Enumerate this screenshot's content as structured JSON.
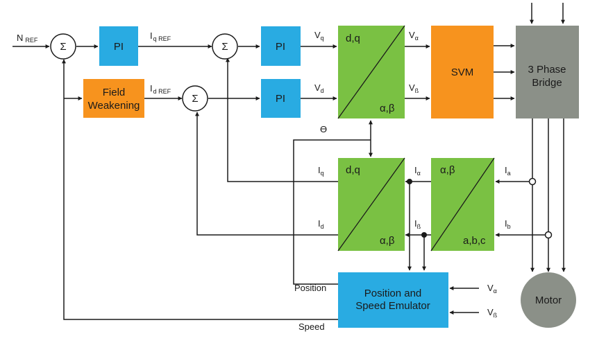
{
  "colors": {
    "pi": "#29abe2",
    "orange": "#f7931e",
    "green": "#7ac143",
    "grey": "#8b9088",
    "emulator": "#29abe2",
    "line": "#1a1a1a"
  },
  "blocks": {
    "pi1": "PI",
    "pi2": "PI",
    "pi3": "PI",
    "field_weakening": [
      "Field",
      "Weakening"
    ],
    "svm": "SVM",
    "bridge": [
      "3 Phase",
      "Bridge"
    ],
    "inv_park": {
      "top": "d,q",
      "bottom": "α,β"
    },
    "park": {
      "top": "d,q",
      "bottom": "α,β"
    },
    "clarke": {
      "top": "α,β",
      "bottom": "a,b,c"
    },
    "emulator": [
      "Position and",
      "Speed Emulator"
    ],
    "motor": "Motor"
  },
  "sum_symbol": "Σ",
  "signals": {
    "n_ref": {
      "main": "N",
      "sub": "REF"
    },
    "iq_ref": {
      "main": "I",
      "sub": "q REF"
    },
    "id_ref": {
      "main": "I",
      "sub": "d REF"
    },
    "vq": {
      "main": "V",
      "sub": "q"
    },
    "vd": {
      "main": "V",
      "sub": "d"
    },
    "v_alpha_out": {
      "main": "V",
      "sub": "α"
    },
    "v_beta_out": {
      "main": "V",
      "sub": "ß"
    },
    "theta": "ϴ",
    "iq": {
      "main": "I",
      "sub": "q"
    },
    "id": {
      "main": "I",
      "sub": "d"
    },
    "i_alpha": {
      "main": "I",
      "sub": "α"
    },
    "i_beta": {
      "main": "I",
      "sub": "ß"
    },
    "ia": {
      "main": "I",
      "sub": "a"
    },
    "ib": {
      "main": "I",
      "sub": "b"
    },
    "position": "Position",
    "speed": "Speed",
    "v_alpha_in": {
      "main": "V",
      "sub": "α"
    },
    "v_beta_in": {
      "main": "V",
      "sub": "ß"
    }
  }
}
